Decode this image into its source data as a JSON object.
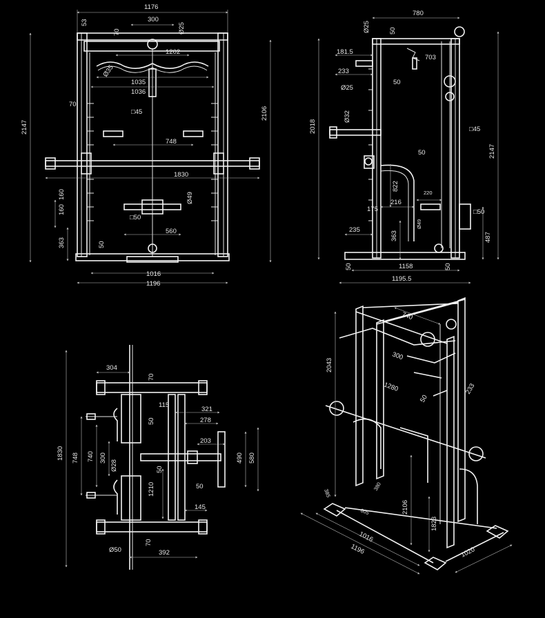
{
  "front": {
    "w1176": "1176",
    "w300": "300",
    "w53": "53",
    "w70": "70",
    "d25": "Ø25",
    "w1202": "1202",
    "h2147": "2147",
    "h2106": "2106",
    "d35": "Ø35",
    "w1035": "1035",
    "w1036": "1036",
    "w70b": "70",
    "sq45": "□45",
    "w748": "748",
    "w1830": "1830",
    "h160a": "160",
    "h160b": "160",
    "d49": "Ø49",
    "sq50": "□50",
    "w560": "560",
    "h363": "363",
    "w50": "50",
    "w1016": "1016",
    "w1196": "1196"
  },
  "side": {
    "w780": "780",
    "d25": "Ø25",
    "w50": "50",
    "w181": "181.5",
    "w703": "703",
    "w233": "233",
    "d25b": "Ø25",
    "w50b": "50",
    "d32": "Ø32",
    "h2018": "2018",
    "sq45": "□45",
    "h2147": "2147",
    "w50c": "50",
    "h822": "822",
    "w220": "220",
    "w216": "216",
    "w175": "175",
    "d49": "Ø49",
    "sq50": "□50",
    "w235": "235",
    "h363": "363",
    "h487": "487",
    "w50d": "50",
    "w1158": "1158",
    "w50e": "50",
    "w1195": "1195.5"
  },
  "top": {
    "w304": "304",
    "w70": "70",
    "w115": "115",
    "w321": "321",
    "w278": "278",
    "w50": "50",
    "w203": "203",
    "h1830": "1830",
    "h748": "748",
    "h740": "740",
    "h300": "300",
    "d28": "Ø28",
    "h490": "490",
    "h580": "580",
    "w50b": "50",
    "h1210": "1210",
    "w50c": "50",
    "w145": "145",
    "d50": "Ø50",
    "w70b": "70",
    "w392": "392"
  },
  "iso": {
    "w740": "740",
    "h2043": "2043",
    "w300": "300",
    "w1280": "1280",
    "w50": "50",
    "w233": "233",
    "w385": "385",
    "w380": "380",
    "w605": "605",
    "h2106": "2106",
    "h1823": "1823",
    "w1016": "1016",
    "w1196": "1196",
    "w1020": "1020"
  }
}
